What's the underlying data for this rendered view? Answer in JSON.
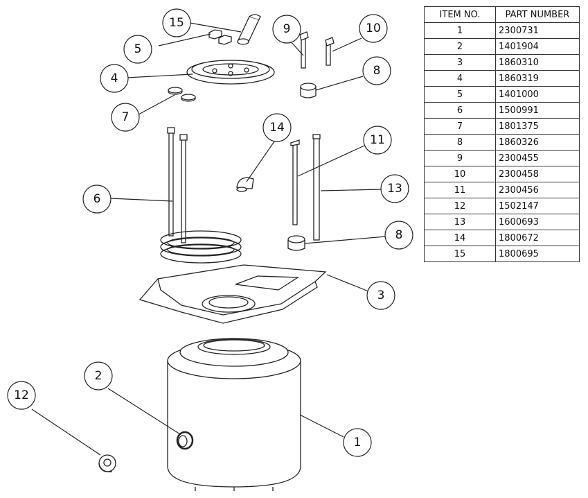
{
  "bom": {
    "header_item": "ITEM NO.",
    "header_part": "PART NUMBER",
    "rows": [
      {
        "item": "1",
        "part": "2300731"
      },
      {
        "item": "2",
        "part": "1401904"
      },
      {
        "item": "3",
        "part": "1860310"
      },
      {
        "item": "4",
        "part": "1860319"
      },
      {
        "item": "5",
        "part": "1401000"
      },
      {
        "item": "6",
        "part": "1500991"
      },
      {
        "item": "7",
        "part": "1801375"
      },
      {
        "item": "8",
        "part": "1860326"
      },
      {
        "item": "9",
        "part": "2300455"
      },
      {
        "item": "10",
        "part": "2300458"
      },
      {
        "item": "11",
        "part": "2300456"
      },
      {
        "item": "12",
        "part": "1502147"
      },
      {
        "item": "13",
        "part": "1600693"
      },
      {
        "item": "14",
        "part": "1800672"
      },
      {
        "item": "15",
        "part": "1800695"
      }
    ]
  },
  "balloons": {
    "b15": "15",
    "b9": "9",
    "b10": "10",
    "b5": "5",
    "b4": "4",
    "b8a": "8",
    "b7": "7",
    "b14": "14",
    "b11": "11",
    "b13": "13",
    "b6": "6",
    "b8b": "8",
    "b3": "3",
    "b2": "2",
    "b12": "12",
    "b1": "1"
  }
}
